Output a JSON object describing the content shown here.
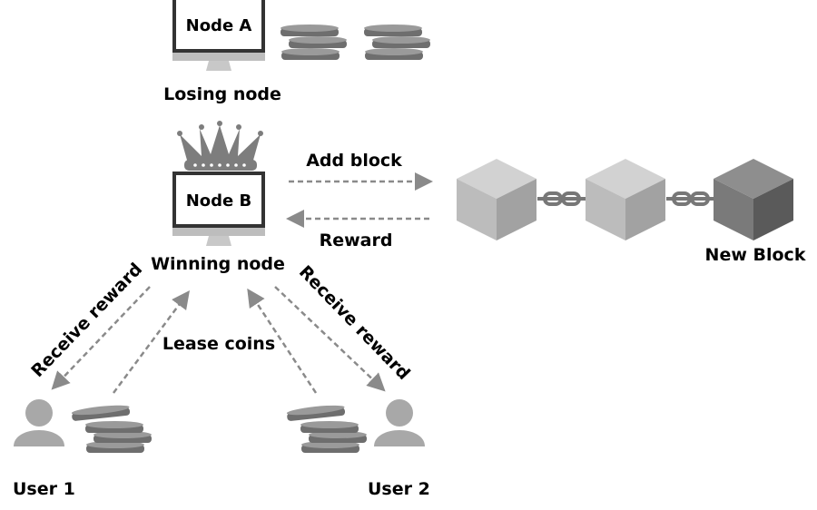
{
  "nodes": {
    "node_a": {
      "screen_label": "Node A",
      "caption": "Losing node"
    },
    "node_b": {
      "screen_label": "Node B",
      "caption": "Winning node"
    }
  },
  "arrows": {
    "add_block": "Add block",
    "reward": "Reward",
    "receive_reward_left": "Receive reward",
    "receive_reward_right": "Receive reward",
    "lease_coins": "Lease coins"
  },
  "blockchain": {
    "new_block_label": "New Block"
  },
  "users": [
    {
      "label": "User 1"
    },
    {
      "label": "User 2"
    }
  ],
  "colors": {
    "arrow": "#8a8a8a",
    "block_light": "#c4c4c4",
    "block_new": "#7a7a7a",
    "coin": "#7b7b7b",
    "user": "#a8a8a8"
  }
}
